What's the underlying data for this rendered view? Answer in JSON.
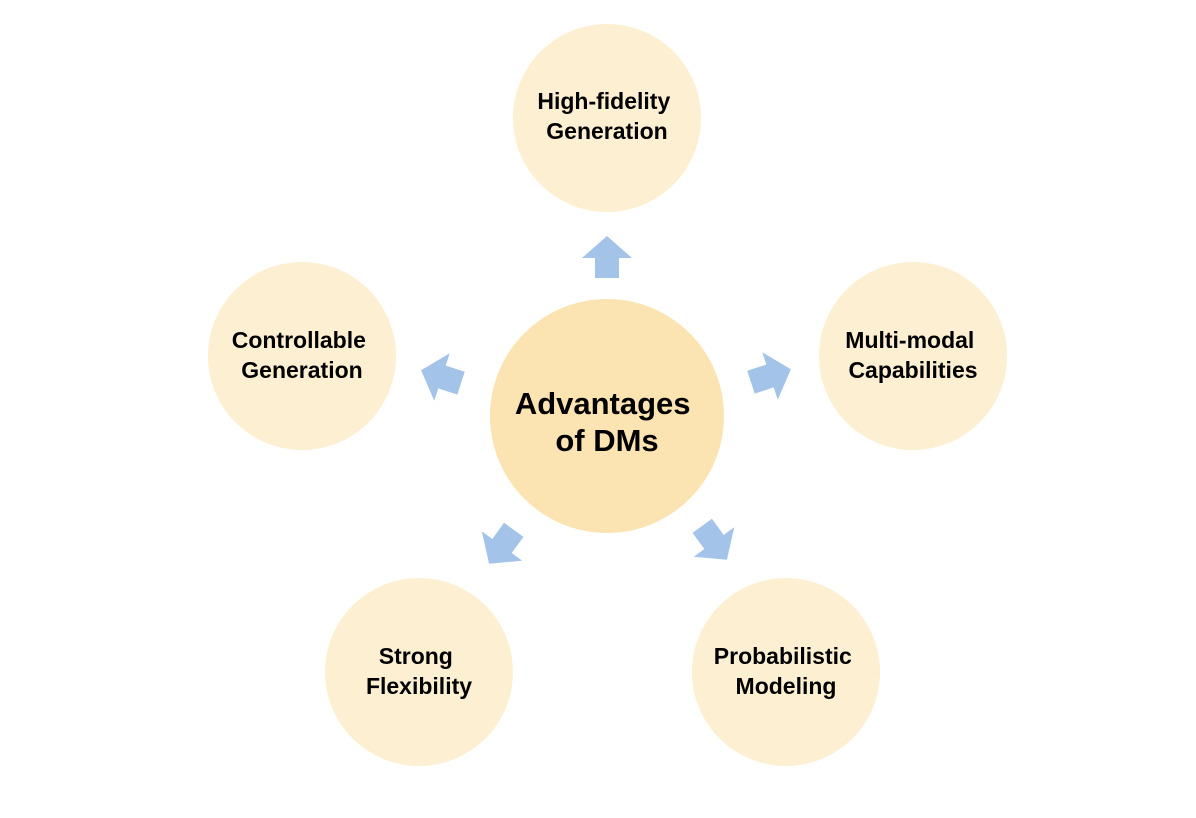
{
  "colors": {
    "center_fill": "#fce4b2",
    "outer_fill": "#fdefd2",
    "arrow_fill": "#a3c4e8"
  },
  "center": {
    "lines": [
      "Advantages",
      "of DMs"
    ]
  },
  "nodes": [
    {
      "lines": [
        "High-fidelity",
        "Generation"
      ]
    },
    {
      "lines": [
        "Multi-modal",
        "Capabilities"
      ]
    },
    {
      "lines": [
        "Probabilistic",
        "Modeling"
      ]
    },
    {
      "lines": [
        "Strong",
        "Flexibility"
      ]
    },
    {
      "lines": [
        "Controllable",
        "Generation"
      ]
    }
  ]
}
